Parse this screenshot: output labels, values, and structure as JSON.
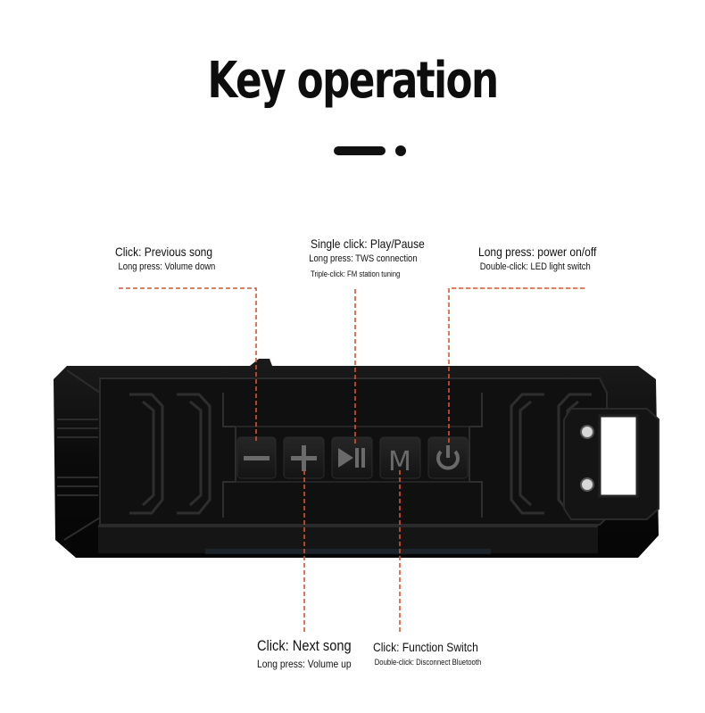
{
  "header": {
    "title": "Key operation"
  },
  "callouts": {
    "minus": {
      "line1": "Click: Previous song",
      "line2": "Long press: Volume down"
    },
    "play": {
      "line1": "Single click: Play/Pause",
      "line2": "Long press: TWS connection",
      "line3": "Triple-click: FM station tuning"
    },
    "power": {
      "line1": "Long press: power on/off",
      "line2": "Double-click: LED light switch"
    },
    "plus": {
      "line1": "Click: Next song",
      "line2": "Long press: Volume up"
    },
    "mode": {
      "line1": "Click: Function Switch",
      "line2": "Double-click: Disconnect Bluetooth"
    }
  },
  "buttons": {
    "mode_glyph": "M"
  },
  "colors": {
    "leader_line": "#d9542b",
    "body": "#0c0c0c",
    "button": "#1e1e1e",
    "button_glyph": "#6a6a6a"
  }
}
